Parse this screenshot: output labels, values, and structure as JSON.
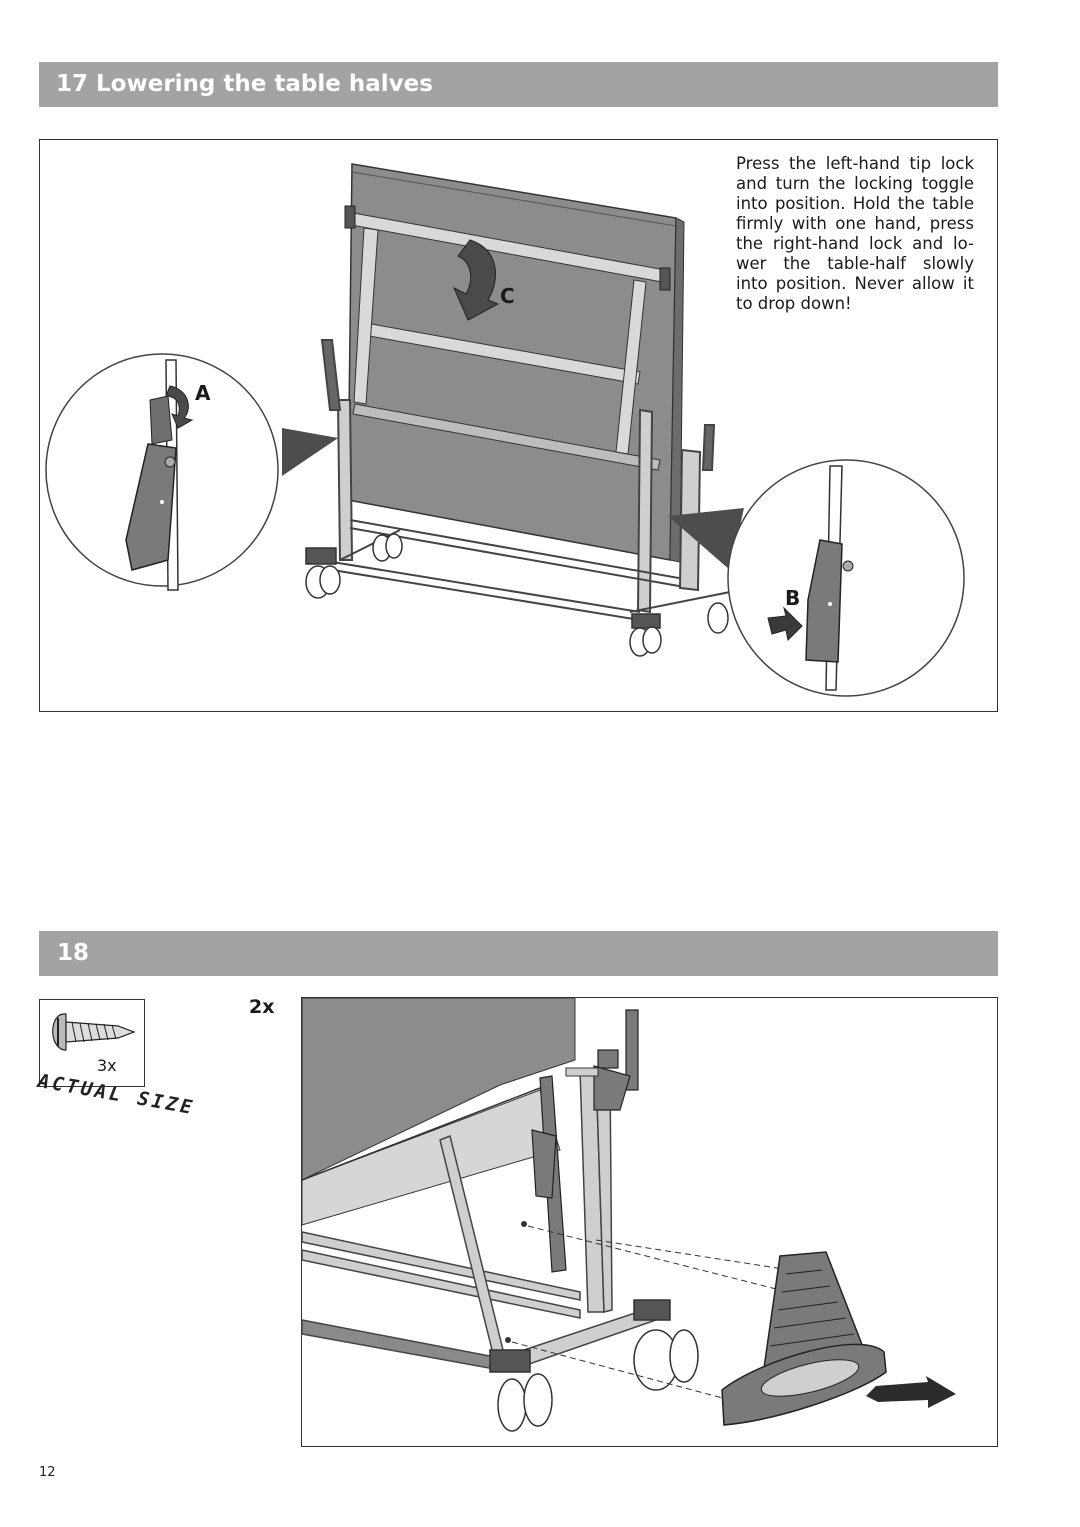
{
  "step17": {
    "title": "17 Lowering the table halves",
    "instruction": "Press the left-hand tip lock and turn the locking toggle into position. Hold the table firmly with one hand, press the right-hand lock and lo-wer the table-half slowly into position. Never allow it to drop down!",
    "callouts": {
      "a": "A",
      "b": "B",
      "c": "C"
    }
  },
  "step18": {
    "title": "18",
    "quantity": "2x",
    "screw_quantity": "3x",
    "actual_size": "ACTUAL SIZE"
  },
  "footer": {
    "page_number": "12"
  },
  "colors": {
    "band": "#a3a3a3",
    "panel": "#8c8c8c",
    "panel_light": "#d6d6d6",
    "frame": "#6e6e6e"
  }
}
